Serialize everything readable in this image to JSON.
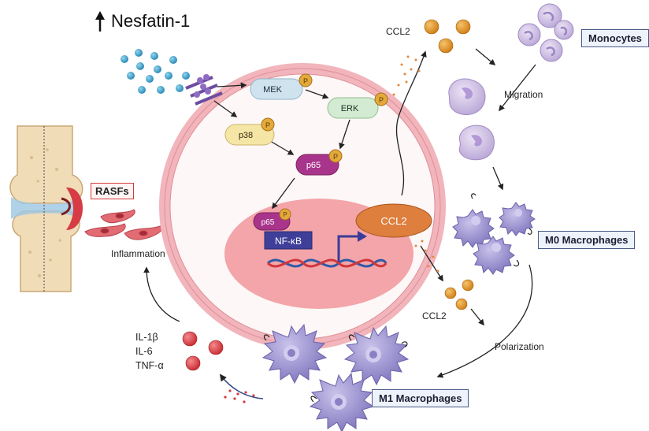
{
  "title": "Nesfatin-1",
  "rasf_label": "RASFs",
  "inflammation_label": "Inflammation",
  "kinases": {
    "mek": "MEK",
    "erk": "ERK",
    "p38": "p38",
    "p65_cyto": "p65",
    "p65_nuc": "p65",
    "phospho": "P"
  },
  "nfkb_label": "NF-κB",
  "ccl2_nucleus": "CCL2",
  "ccl2_top": "CCL2",
  "ccl2_bottom": "CCL2",
  "monocytes_label": "Monocytes",
  "migration_label": "Migration",
  "m0_label": "M0 Macrophages",
  "polarization_label": "Polarization",
  "m1_label": "M1 Macrophages",
  "cytokines": [
    "IL-1β",
    "IL-6",
    "TNF-α"
  ],
  "colors": {
    "cell_membrane": "#f1b5bb",
    "cell_fill": "#fdf7f7",
    "nucleus": "#f3a5a9",
    "mek": "#cfe3ee",
    "erk": "#d3ebd3",
    "p38": "#f6e6a6",
    "p65": "#a8358b",
    "phospho": "#e3a93a",
    "nfkb_box": "#3f3f99",
    "ccl2_nucleus": "#de7f3e",
    "monocyte": "#c9b8de",
    "macrophage": "#8f86c4",
    "cytokine": "#d8393f",
    "ccl2_dot": "#e49a33",
    "nesfatin_dot": "#3aa0c9",
    "label_box_border": "#4a5a88",
    "rasf_border": "#d33b3b"
  },
  "icons": [
    "up-arrow-icon",
    "receptor-icon",
    "joint-icon",
    "fibroblast-icon",
    "dna-icon",
    "transcription-arrow-icon",
    "monocyte-icon",
    "macrophage-icon",
    "m1-macrophage-icon"
  ]
}
